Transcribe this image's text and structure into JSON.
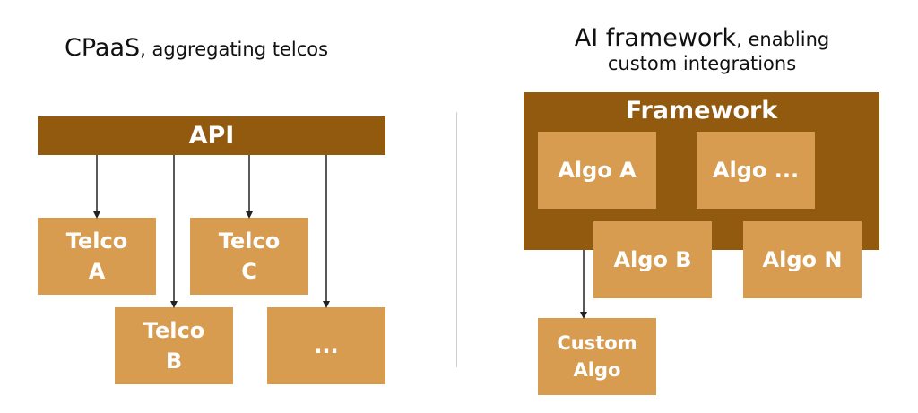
{
  "left": {
    "title_main": "CPaaS",
    "title_rest": ", aggregating telcos",
    "api_label": "API",
    "boxes": {
      "telco_a": [
        "Telco",
        "A"
      ],
      "telco_b": [
        "Telco",
        "B"
      ],
      "telco_c": [
        "Telco",
        "C"
      ],
      "more": "..."
    }
  },
  "right": {
    "title_main": "AI framework",
    "title_rest": ", enabling",
    "title_line2": "custom integrations",
    "framework_label": "Framework",
    "algos": {
      "a": "Algo A",
      "ellipsis": "Algo ...",
      "b": "Algo B",
      "n": "Algo N"
    },
    "custom": [
      "Custom",
      "Algo"
    ]
  },
  "colors": {
    "dark_brown": "#925A0E",
    "light_brown": "#D89C50",
    "arrow": "#222222",
    "divider": "#cfcfcf"
  }
}
